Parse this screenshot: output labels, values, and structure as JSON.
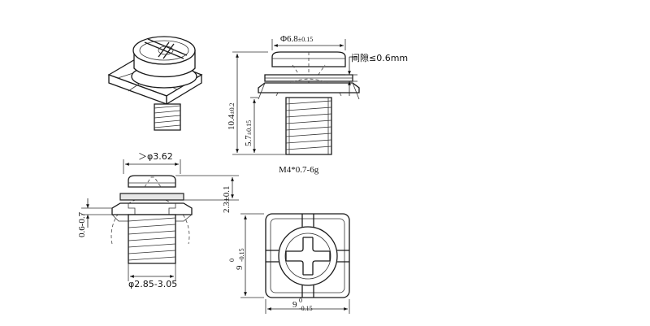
{
  "colors": {
    "line": "#1a1a1a",
    "background": "#ffffff",
    "shade": "#e6e6e6"
  },
  "dimensions": {
    "head_diameter": {
      "main": "Φ6.8",
      "tol": "±0.15"
    },
    "gap": "间隙≤0.6mm",
    "total_length": {
      "main": "10.4",
      "tol": "±0.2"
    },
    "thread_length": {
      "main": "5.7",
      "tol": "±0.15"
    },
    "thread_spec": "M4*0.7-6g",
    "min_diameter": "＞φ3.62",
    "head_height": {
      "main": "2.3",
      "tol": "±0.1"
    },
    "washer_thickness": "0.6-0.7",
    "shank_diameter": "φ2.85-3.05",
    "square_height": {
      "main": "9",
      "upper": "0",
      "lower": "-0.15"
    },
    "square_width": {
      "main": "9",
      "upper": "0",
      "lower": "-0.15"
    }
  }
}
